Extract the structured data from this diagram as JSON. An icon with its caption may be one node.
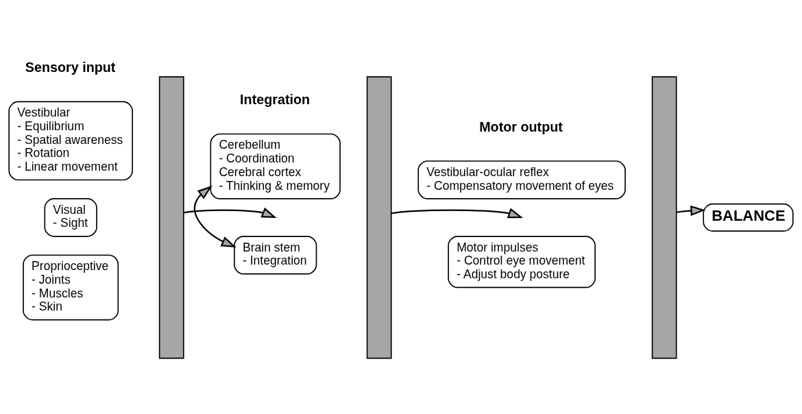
{
  "diagram": {
    "nodes": [
      {
        "text": [
          "Vestibular",
          "- Equilibrium",
          "- Spatial awareness",
          "- Rotation",
          "- Linear movement"
        ]
      },
      {
        "text": [
          "Visual",
          "- Sight"
        ]
      },
      {
        "text": [
          "Proprioceptive",
          "- Joints",
          "- Muscles",
          "- Skin"
        ]
      },
      {
        "text": [],
        "shape": "bar"
      },
      {
        "text": [
          "Cerebellum",
          "- Coordination",
          "Cerebral cortex",
          "- Thinking & memory"
        ]
      },
      {
        "text": [
          "Brain stem",
          "- Integration"
        ]
      },
      {
        "text": [],
        "shape": "bar"
      },
      {
        "text": [
          "Vestibular-ocular reflex",
          "- Compensatory movement of eyes"
        ]
      },
      {
        "text": [
          "Motor impulses",
          "- Control eye movement",
          "- Adjust body posture"
        ]
      },
      {
        "text": [],
        "shape": "bar"
      },
      {
        "text": [
          "BALANCE"
        ]
      }
    ],
    "edges": [
      {
        "from": 3,
        "to": null,
        "arrow": "to"
      },
      {
        "from": 4,
        "to": 5,
        "arrow": "both"
      },
      {
        "from": 6,
        "to": null,
        "arrow": "to"
      },
      {
        "from": 9,
        "to": 10,
        "arrow": "to"
      }
    ],
    "labels": [
      "Sensory input",
      "Integration",
      "Motor output"
    ]
  }
}
